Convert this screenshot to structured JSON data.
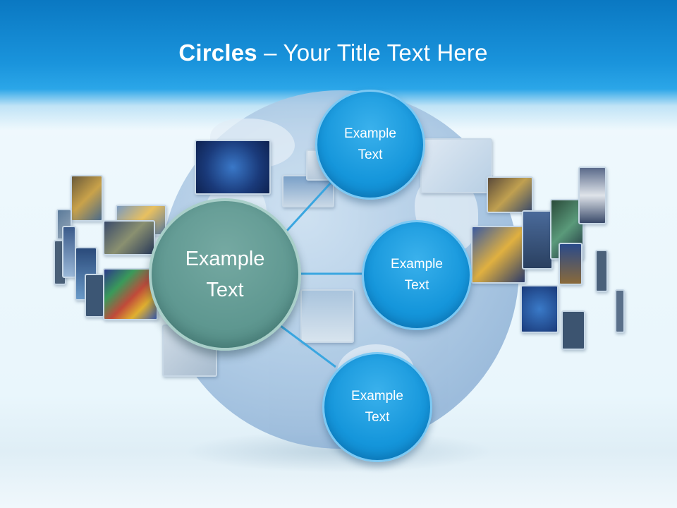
{
  "slide": {
    "title_bold": "Circles",
    "title_rest": " – Your Title Text Here"
  },
  "diagram": {
    "main_node": {
      "label": "Example\nText",
      "color": "#5f9891"
    },
    "child_nodes": [
      {
        "label": "Example\nText",
        "color": "#1596db"
      },
      {
        "label": "Example\nText",
        "color": "#1596db"
      },
      {
        "label": "Example\nText",
        "color": "#1596db"
      }
    ],
    "connector_color": "#3aa6e0",
    "background_image": "globe-with-floating-screens"
  }
}
